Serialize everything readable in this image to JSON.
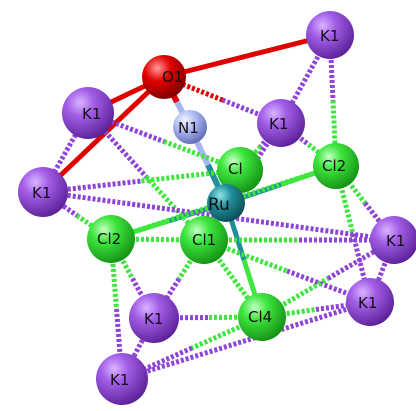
{
  "background": "#ffffff",
  "element_colors": {
    "K": "#8e44d6",
    "Cl": "#3ee63e",
    "O": "#e00000",
    "N": "#aab6f2",
    "Ru": "#1f8f9a"
  },
  "labels": {
    "k1": "K1",
    "o1": "O1",
    "n1": "N1",
    "cl1": "Cl1",
    "cl2": "Cl2",
    "cl3": "Cl",
    "cl4": "Cl4",
    "ru": "Ru"
  }
}
